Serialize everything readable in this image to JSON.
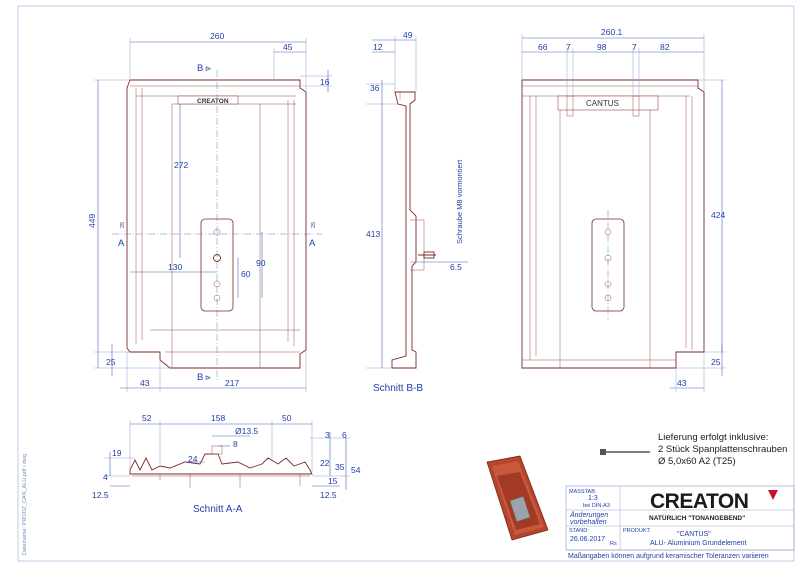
{
  "front_view": {
    "dims": {
      "width_top": "260",
      "right_top": "45",
      "right_small": "16",
      "height_total": "449",
      "center_height": "272",
      "plate_offset": "130",
      "hole_spacing": "60",
      "plate_height": "90",
      "bottom_left": "25",
      "bottom_offset": "43",
      "bottom_width": "217"
    },
    "section_marks": {
      "b_top": "B",
      "b_bottom": "B",
      "a_left": "A",
      "a_right": "A",
      "a_small_left": "25",
      "a_small_right": "25"
    },
    "logo_text": "CREATON"
  },
  "section_bb": {
    "dims": {
      "d49": "49",
      "d12": "12",
      "d36": "36",
      "d413": "413",
      "d65": "6.5"
    },
    "screw_label": "Schraube M8 vormontiert",
    "title": "Schnitt B-B"
  },
  "back_view": {
    "dims": {
      "total": "260.1",
      "d66": "66",
      "d7a": "7",
      "d98": "98",
      "d7b": "7",
      "d82": "82",
      "d424": "424",
      "d25": "25",
      "d43": "43"
    },
    "brand_label": "CANTUS"
  },
  "section_aa": {
    "dims": {
      "d52": "52",
      "d158": "158",
      "d50": "50",
      "d135": "Ø13.5",
      "d8": "8",
      "d24": "24",
      "d19": "19",
      "d4": "4",
      "d125a": "12.5",
      "d3": "3",
      "d6": "6",
      "d22": "22",
      "d35": "35",
      "d54": "54",
      "d15": "15",
      "d125b": "12.5"
    },
    "title": "Schnitt A-A"
  },
  "delivery_note": {
    "line1": "Lieferung erfolgt inklusive:",
    "line2": "2 Stück Spanplattenschrauben",
    "line3": "Ø 5,0x60 A2 (T25)"
  },
  "title_block": {
    "scale_label": "MASSTAB:",
    "scale_value": "1:3",
    "scale_note": "bei DIN-A3",
    "changes_1": "Änderungen",
    "changes_2": "vorbehalten",
    "stand_label": "STAND:",
    "stand_value": "26.06.2017",
    "stand_code": "Rs",
    "product_label": "PRODUKT:",
    "product_name": "\"CANTUS\"",
    "product_desc": "ALU- Aluminium Grundelement",
    "brand": "CREATON",
    "tagline": "NATÜRLICH \"TONANGEBEND\"",
    "disclaimer": "Maßangaben können aufgrund keramischer Toleranzen variieren"
  },
  "side_text": "Dateiname: PRODZ_CAN_ALU.pdf / dwg",
  "colors": {
    "dimension": "#1f3ea8",
    "part_outline": "#7a2a2a",
    "tile": "#b5452c",
    "brand_red": "#c8102e"
  }
}
